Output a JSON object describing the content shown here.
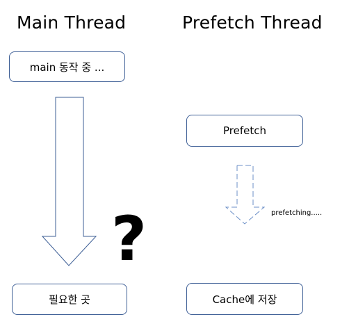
{
  "main": {
    "heading": "Main Thread",
    "step_label": "main 동작 중 ...",
    "target_label": "필요한 곳",
    "question_mark": "?"
  },
  "prefetch": {
    "heading": "Prefetch Thread",
    "step_label": "Prefetch",
    "target_label": "Cache에 저장",
    "note": "prefetching....."
  },
  "colors": {
    "box_border": "#3e5f96",
    "arrow_stroke": "#3e5f96",
    "dashed_arrow_stroke": "#6b8fc7"
  }
}
